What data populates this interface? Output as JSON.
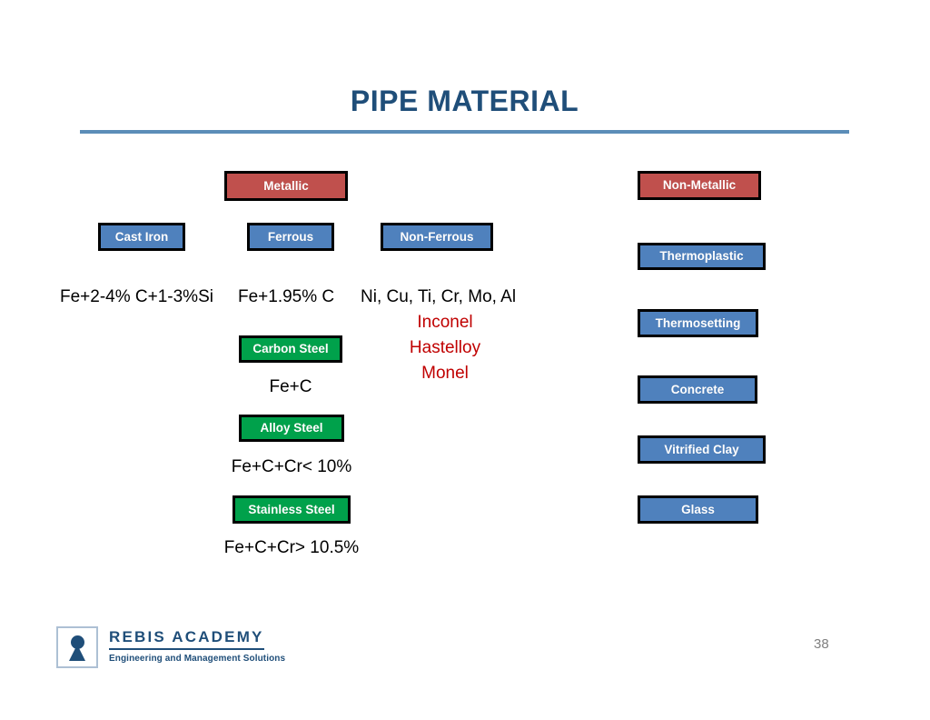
{
  "slide": {
    "title": "PIPE MATERIAL",
    "page_number": "38",
    "colors": {
      "title_blue": "#1F4E79",
      "rule_blue": "#5B8DB8",
      "box_blue": "#4F81BD",
      "box_red": "#C0504D",
      "box_green": "#00A14B",
      "text_red": "#C00000",
      "text_black": "#000000",
      "page_number_gray": "#808080",
      "background": "#FFFFFF"
    }
  },
  "metallic_branch": {
    "root": {
      "label": "Metallic",
      "color": "red"
    },
    "children": [
      {
        "label": "Cast Iron",
        "color": "blue"
      },
      {
        "label": "Ferrous",
        "color": "blue"
      },
      {
        "label": "Non-Ferrous",
        "color": "blue"
      }
    ],
    "cast_iron_formula": "Fe+2-4% C+1-3%Si",
    "ferrous_formula": "Fe+1.95% C",
    "non_ferrous_elements": "Ni, Cu, Ti, Cr, Mo, Al",
    "non_ferrous_alloys": [
      "Inconel",
      "Hastelloy",
      "Monel"
    ],
    "ferrous_steels": [
      {
        "label": "Carbon Steel",
        "color": "green",
        "formula": "Fe+C"
      },
      {
        "label": "Alloy Steel",
        "color": "green",
        "formula": "Fe+C+Cr< 10%"
      },
      {
        "label": "Stainless Steel",
        "color": "green",
        "formula": "Fe+C+Cr> 10.5%"
      }
    ]
  },
  "non_metallic_branch": {
    "root": {
      "label": "Non-Metallic",
      "color": "red"
    },
    "children": [
      {
        "label": "Thermoplastic",
        "color": "blue"
      },
      {
        "label": "Thermosetting",
        "color": "blue"
      },
      {
        "label": "Concrete",
        "color": "blue"
      },
      {
        "label": "Vitrified Clay",
        "color": "blue"
      },
      {
        "label": "Glass",
        "color": "blue"
      }
    ]
  },
  "footer": {
    "logo_name": "REBIS ACADEMY",
    "logo_tagline": "Engineering and Management Solutions",
    "logo_icon": "keyhole-icon"
  }
}
